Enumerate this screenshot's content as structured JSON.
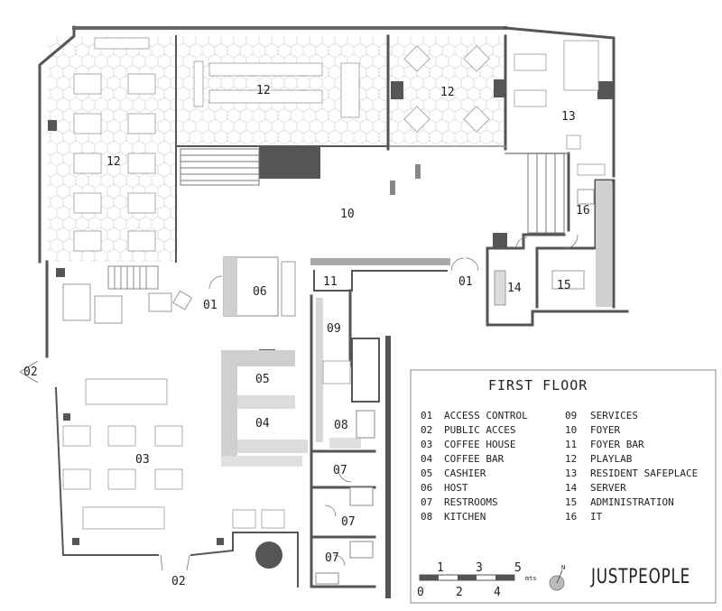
{
  "room_labels": {
    "r01a": "01",
    "r01b": "01",
    "r02a": "02",
    "r02b": "02",
    "r03": "03",
    "r04": "04",
    "r05": "05",
    "r06": "06",
    "r07a": "07",
    "r07b": "07",
    "r07c": "07",
    "r08": "08",
    "r09": "09",
    "r10": "10",
    "r11": "11",
    "r12a": "12",
    "r12b": "12",
    "r12c": "12",
    "r13": "13",
    "r14": "14",
    "r15": "15",
    "r16": "16"
  },
  "legend": {
    "title": "FIRST FLOOR",
    "left": [
      {
        "num": "01",
        "name": "ACCESS CONTROL"
      },
      {
        "num": "02",
        "name": "PUBLIC ACCES"
      },
      {
        "num": "03",
        "name": "COFFEE HOUSE"
      },
      {
        "num": "04",
        "name": "COFFEE BAR"
      },
      {
        "num": "05",
        "name": "CASHIER"
      },
      {
        "num": "06",
        "name": "HOST"
      },
      {
        "num": "07",
        "name": "RESTROOMS"
      },
      {
        "num": "08",
        "name": "KITCHEN"
      }
    ],
    "right": [
      {
        "num": "09",
        "name": "SERVICES"
      },
      {
        "num": "10",
        "name": "FOYER"
      },
      {
        "num": "11",
        "name": "FOYER BAR"
      },
      {
        "num": "12",
        "name": "PLAYLAB"
      },
      {
        "num": "13",
        "name": "RESIDENT SAFEPLACE"
      },
      {
        "num": "14",
        "name": "SERVER"
      },
      {
        "num": "15",
        "name": "ADMINISTRATION"
      },
      {
        "num": "16",
        "name": "IT"
      }
    ]
  },
  "scale": {
    "top": [
      "1",
      "3",
      "5"
    ],
    "bottom": [
      "0",
      "2",
      "4"
    ],
    "unit": "mts"
  },
  "north": "N",
  "brand": "JUSTPEOPLE",
  "colors": {
    "wall": "#5a5a5a",
    "furniture": "#aaaaaa",
    "pattern": "#cfcfcf",
    "fill_light": "#dcdcdc"
  }
}
